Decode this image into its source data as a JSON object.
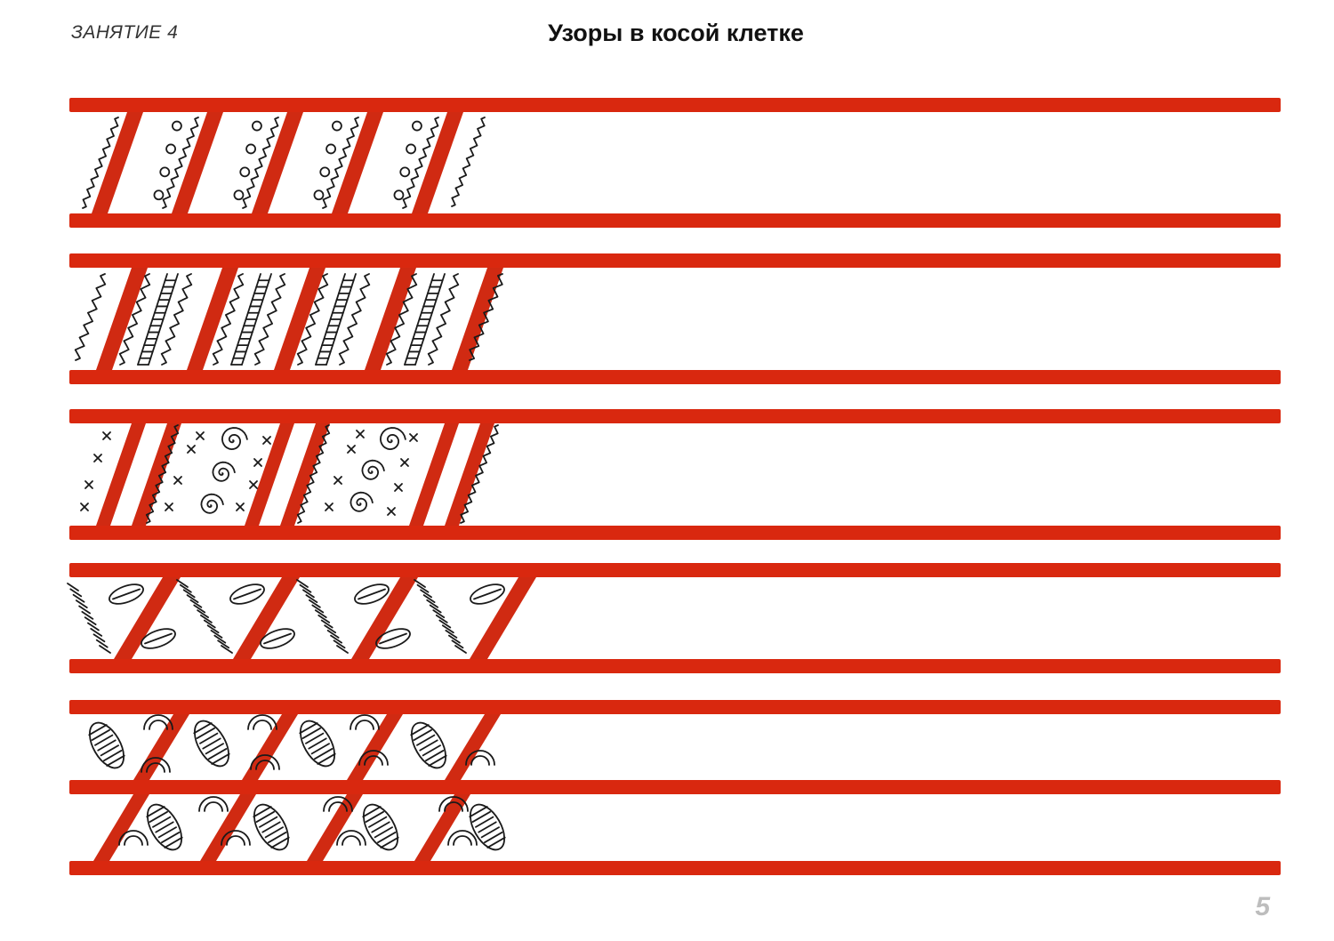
{
  "header": {
    "lesson_label": "ЗАНЯТИЕ 4",
    "title": "Узоры в косой клетке"
  },
  "footer": {
    "page_number": "5"
  },
  "colors": {
    "stripe": "#d9280f",
    "ink": "#1a1a1a",
    "page_number": "#bdbdbd"
  },
  "pattern_rows": [
    {
      "name": "row-1",
      "motifs": [
        "wavy-line",
        "circle-dots"
      ]
    },
    {
      "name": "row-2",
      "motifs": [
        "scallop-line",
        "ladder-stripe"
      ]
    },
    {
      "name": "row-3",
      "motifs": [
        "cross-stitch",
        "spiral",
        "zigzag-line"
      ]
    },
    {
      "name": "row-4",
      "motifs": [
        "leaf",
        "hatching"
      ]
    },
    {
      "name": "row-5",
      "motifs": [
        "striped-leaf",
        "arc-pair"
      ]
    }
  ]
}
